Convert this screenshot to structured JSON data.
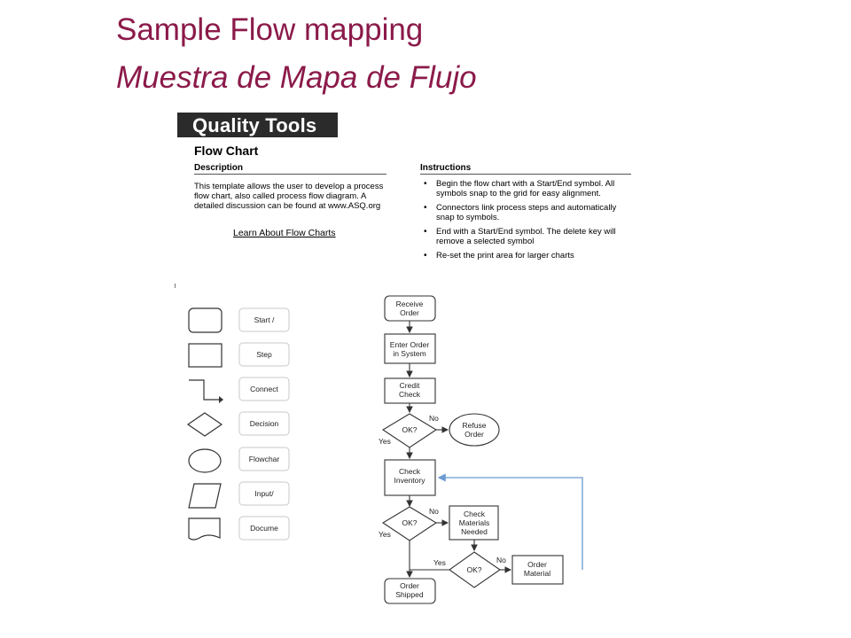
{
  "slide": {
    "title": "Sample Flow mapping",
    "subtitle": "Muestra de Mapa de Flujo"
  },
  "template": {
    "brand": "Quality Tools",
    "title": "Flow Chart",
    "description_heading": "Description",
    "description_text": "This template allows the user to develop a process flow chart, also called process flow diagram. A detailed discussion can be found at www.ASQ.org",
    "learn_link": "Learn About Flow Charts",
    "instructions_heading": "Instructions",
    "instructions": [
      "Begin the flow chart with a Start/End symbol. All symbols snap to the grid for easy alignment.",
      "Connectors link process steps and automatically snap to symbols.",
      "End with a Start/End symbol. The delete key will remove a selected symbol",
      "Re-set the print area for larger charts"
    ]
  },
  "palette": [
    {
      "symbol": "rounded-rectangle-icon",
      "label": "Start /"
    },
    {
      "symbol": "rectangle-icon",
      "label": "Step"
    },
    {
      "symbol": "elbow-connector-icon",
      "label": "Connect"
    },
    {
      "symbol": "diamond-icon",
      "label": "Decision"
    },
    {
      "symbol": "ellipse-icon",
      "label": "Flowchar"
    },
    {
      "symbol": "parallelogram-icon",
      "label": "Input/"
    },
    {
      "symbol": "document-icon",
      "label": "Docume"
    }
  ],
  "flow": {
    "receive_order": [
      "Receive",
      "Order"
    ],
    "enter_order": [
      "Enter Order",
      "in System"
    ],
    "credit_check": [
      "Credit",
      "Check"
    ],
    "decision_1": "OK?",
    "refuse_order": [
      "Refuse",
      "Order"
    ],
    "check_inventory": [
      "Check",
      "Inventory"
    ],
    "decision_2": "OK?",
    "check_materials": [
      "Check",
      "Materials",
      "Needed"
    ],
    "decision_3": "OK?",
    "order_material": [
      "Order",
      "Material"
    ],
    "order_shipped": [
      "Order",
      "Shipped"
    ],
    "no_label": "No",
    "yes_label": "Yes",
    "loop_color": "#6a9bd1"
  }
}
